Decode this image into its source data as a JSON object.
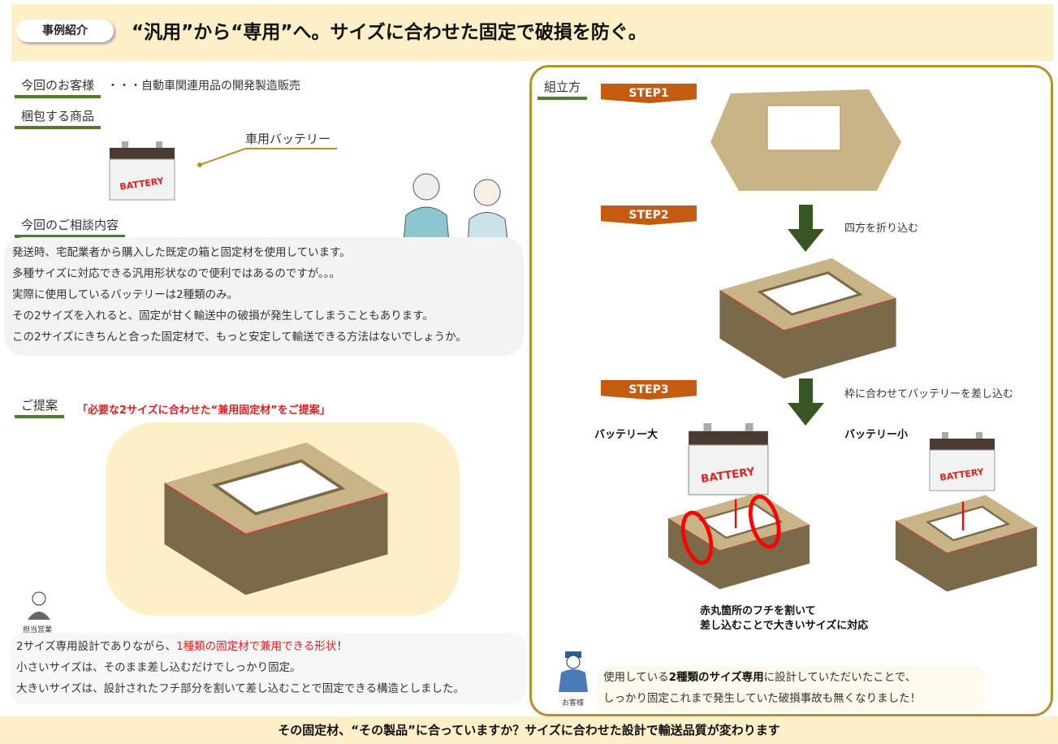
{
  "header": {
    "badge": "事例紹介",
    "title": "“汎用”から“専用”へ。サイズに合わせた固定で破損を防ぐ。"
  },
  "customer": {
    "label": "今回のお客様",
    "value": "・・・自動車関連用品の開発製造販売"
  },
  "product": {
    "label": "梱包する商品",
    "callout": "車用バッテリー",
    "battery_logo": "BATTERY"
  },
  "consult": {
    "label": "今回のご相談内容",
    "lines": [
      "発送時、宅配業者から購入した既定の箱と固定材を使用しています。",
      "多種サイズに対応できる汎用形状なので便利ではあるのですが。。。",
      "実際に使用しているバッテリーは2種類のみ。",
      "その2サイズを入れると、固定が甘く輸送中の破損が発生してしまうこともあります。",
      "この2サイズにきちんと合った固定材で、もっと安定して輸送できる方法はないでしょうか。"
    ]
  },
  "proposal": {
    "label": "ご提案",
    "headline": "「必要な2サイズに合わせた“兼用固定材”をご提案」",
    "staff_label": "担当営業",
    "line1_a": "2サイズ専用設計でありながら、",
    "line1_b": "1種類の固定材で兼用できる形状",
    "line1_c": "！",
    "line2": "小さいサイズは、そのまま差し込むだけでしっかり固定。",
    "line3": "大きいサイズは、設計されたフチ部分を割いて差し込むことで固定できる構造としました。"
  },
  "assembly": {
    "label": "組立方",
    "step1": "STEP1",
    "step2": "STEP2",
    "step2_note": "四方を折り込む",
    "step3": "STEP3",
    "step3_note": "枠に合わせてバッテリーを差し込む",
    "large": "バッテリー大",
    "small": "バッテリー小",
    "note1": "赤丸箇所のフチを割いて",
    "note2": "差し込むことで大きいサイズに対応"
  },
  "testimonial": {
    "label": "お客様",
    "line1_a": "使用している",
    "line1_b": "2種類のサイズ専用",
    "line1_c": "に設計していただいたことで、",
    "line2": "しっかり固定これまで発生していた破損事故も無くなりました！"
  },
  "footer": "その固定材、“その製品”に合っていますか？サイズに合わせた設計で輸送品質が変わります",
  "colors": {
    "accent_green": "#4f7d2a",
    "step_orange": "#c55a11",
    "panel_gold": "#b8902a",
    "cream": "#fdf0c8"
  }
}
